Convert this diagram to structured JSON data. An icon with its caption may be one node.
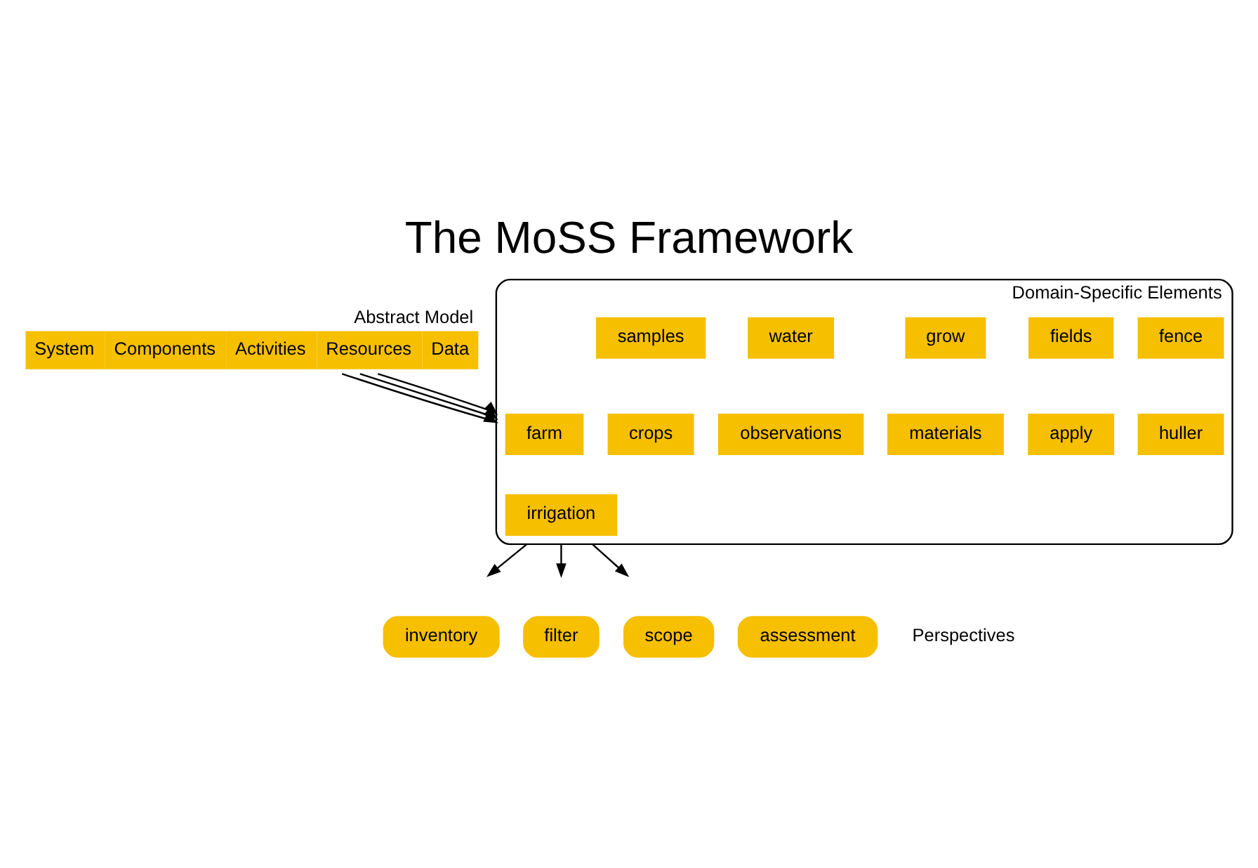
{
  "diagram": {
    "title": "The MoSS Framework",
    "nodes": [
      {
        "text": [
          "Abstract Model",
          "System",
          "Components",
          "Activities",
          "Resources",
          "Data"
        ]
      },
      {
        "text": [
          "Domain-Specific Elements"
        ]
      },
      {
        "text": [
          "farm"
        ],
        "in": 1
      },
      {
        "text": [
          "fence"
        ],
        "in": 1
      },
      {
        "text": [
          "fields"
        ],
        "in": 1
      },
      {
        "text": [
          "grow"
        ],
        "in": 1
      },
      {
        "text": [
          "water"
        ],
        "in": 1
      },
      {
        "text": [
          "samples"
        ],
        "in": 1
      },
      {
        "text": [
          "irrigation"
        ],
        "in": 1
      },
      {
        "text": [
          "huller"
        ],
        "in": 1
      },
      {
        "text": [
          "apply"
        ],
        "in": 1
      },
      {
        "text": [
          "materials"
        ],
        "in": 1
      },
      {
        "text": [
          "observations"
        ],
        "in": 1
      },
      {
        "text": [
          "crops"
        ],
        "in": 1
      },
      {
        "text": [
          "inventory"
        ]
      },
      {
        "text": [
          "filter"
        ]
      },
      {
        "text": [
          "scope"
        ]
      },
      {
        "text": [
          "assessment"
        ]
      }
    ],
    "edges": [
      {
        "from": 0,
        "to": 1,
        "arrow": "to"
      },
      {
        "from": 0,
        "to": 1,
        "arrow": "to"
      },
      {
        "from": 0,
        "to": 1,
        "arrow": "to"
      },
      {
        "from": 1,
        "to": null,
        "arrow": "to"
      },
      {
        "from": 1,
        "to": null,
        "arrow": "to"
      },
      {
        "from": 1,
        "to": null,
        "arrow": "to"
      }
    ],
    "labels": [
      "Perspectives"
    ]
  }
}
